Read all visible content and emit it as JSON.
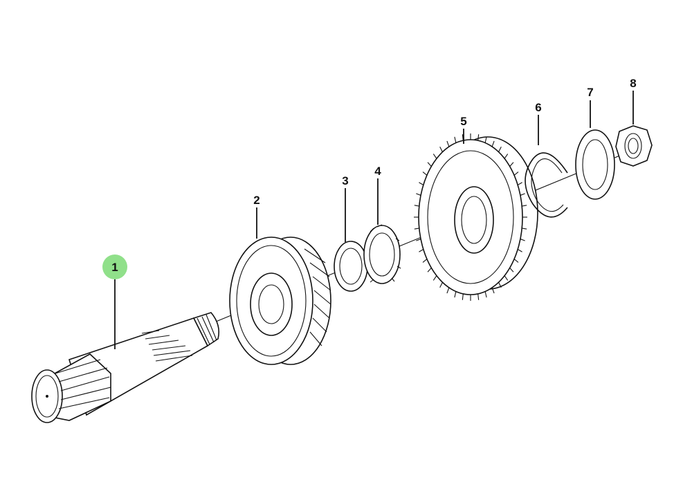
{
  "callouts": [
    {
      "id": "1",
      "label": "1",
      "highlighted": true
    },
    {
      "id": "2",
      "label": "2",
      "highlighted": false
    },
    {
      "id": "3",
      "label": "3",
      "highlighted": false
    },
    {
      "id": "4",
      "label": "4",
      "highlighted": false
    },
    {
      "id": "5",
      "label": "5",
      "highlighted": false
    },
    {
      "id": "6",
      "label": "6",
      "highlighted": false
    },
    {
      "id": "7",
      "label": "7",
      "highlighted": false
    },
    {
      "id": "8",
      "label": "8",
      "highlighted": false
    }
  ],
  "colors": {
    "highlight": "#90e08a",
    "ink": "#111111",
    "background": "#ffffff"
  }
}
